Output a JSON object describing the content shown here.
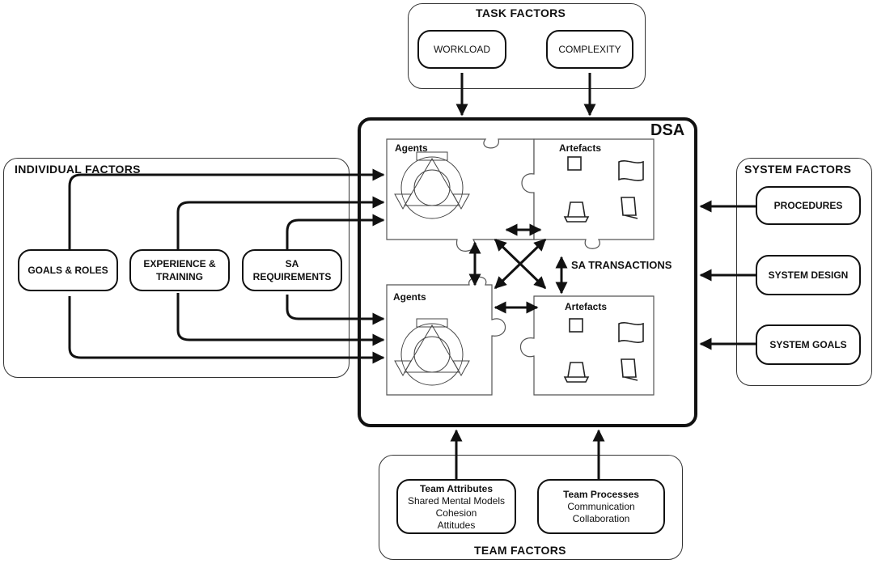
{
  "task_factors": {
    "title": "TASK FACTORS",
    "items": [
      "WORKLOAD",
      "COMPLEXITY"
    ]
  },
  "individual_factors": {
    "title": "INDIVIDUAL FACTORS",
    "items": [
      "GOALS & ROLES",
      "EXPERIENCE &",
      "TRAINING",
      "SA",
      "REQUIREMENTS"
    ]
  },
  "system_factors": {
    "title": "SYSTEM FACTORS",
    "items": [
      "PROCEDURES",
      "SYSTEM DESIGN",
      "SYSTEM GOALS"
    ]
  },
  "team_factors": {
    "title": "TEAM FACTORS",
    "attributes": {
      "heading": "Team Attributes",
      "lines": [
        "Shared Mental Models",
        "Cohesion",
        "Attitudes"
      ]
    },
    "processes": {
      "heading": "Team Processes",
      "lines": [
        "Communication",
        "Collaboration"
      ]
    }
  },
  "dsa": {
    "title": "DSA",
    "transactions_label": "SA TRANSACTIONS",
    "pieces": [
      "Agents",
      "Artefacts",
      "Agents",
      "Artefacts"
    ]
  }
}
